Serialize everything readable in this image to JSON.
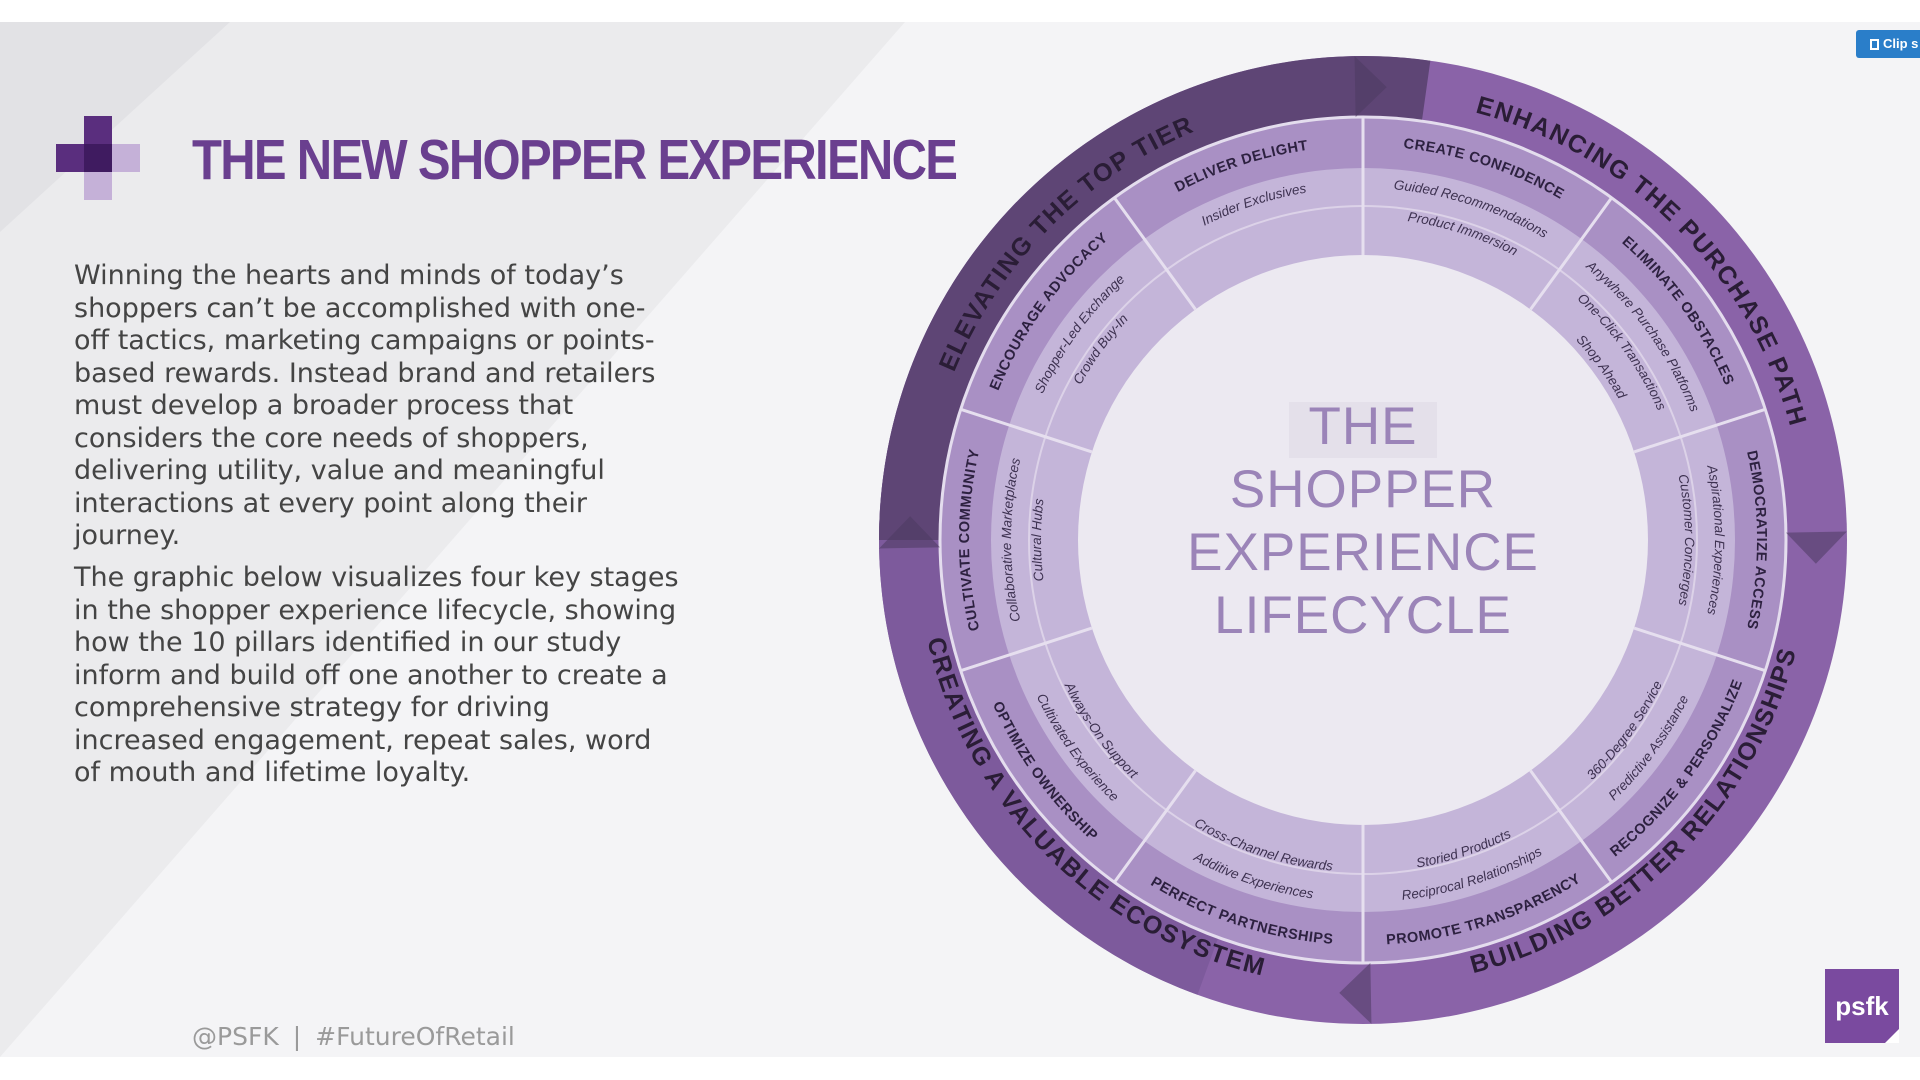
{
  "slide": {
    "title": "THE NEW SHOPPER EXPERIENCE",
    "paragraph1": [
      "Winning the hearts and minds of today’s",
      "shoppers can’t be accomplished with one-",
      "off tactics, marketing campaigns or points-",
      "based rewards. Instead brand and retailers",
      "must develop a broader process that",
      "considers the core needs of shoppers,",
      "delivering utility, value and meaningful",
      "interactions at every point along their",
      "journey."
    ],
    "paragraph2": [
      "The graphic below visualizes four key stages",
      "in the shopper experience lifecycle, showing",
      "how the 10 pillars identified in our study",
      "inform and build off one another to create a",
      "comprehensive strategy for driving",
      "increased engagement, repeat sales, word",
      "of mouth and lifetime loyalty."
    ],
    "footer_handle": "@PSFK",
    "footer_separator": "|",
    "footer_hashtag": "#FutureOfRetail",
    "logo_text": "psfk",
    "clip_button_label": "Clip s"
  },
  "diagram": {
    "center_lines": [
      "THE",
      "SHOPPER",
      "EXPERIENCE",
      "LIFECYCLE"
    ],
    "stages": [
      "ENHANCING THE PURCHASE PATH",
      "BUILDING BETTER RELATIONSHIPS",
      "CREATING A VALUABLE ECOSYSTEM",
      "ELEVATING THE TOP TIER"
    ],
    "pillars": [
      {
        "name": "CREATE CONFIDENCE",
        "items": [
          "Guided Recommendations",
          "Product Immersion"
        ]
      },
      {
        "name": "ELIMINATE OBSTACLES",
        "items": [
          "Anywhere Purchase Platforms",
          "One-Click Transactions",
          "Shop Ahead"
        ]
      },
      {
        "name": "DEMOCRATIZE ACCESS",
        "items": [
          "Aspirational Experiences",
          "Customer Concierges"
        ]
      },
      {
        "name": "RECOGNIZE & PERSONALIZE",
        "items": [
          "Predictive Assistance",
          "360-Degree Service"
        ]
      },
      {
        "name": "PROMOTE TRANSPARENCY",
        "items": [
          "Reciprocal Relationships",
          "Storied Products"
        ]
      },
      {
        "name": "PERFECT PARTNERSHIPS",
        "items": [
          "Additive Experiences",
          "Cross-Channel Rewards"
        ]
      },
      {
        "name": "OPTIMIZE OWNERSHIP",
        "items": [
          "Cultivated Experience",
          "Always-On Support"
        ]
      },
      {
        "name": "CULTIVATE COMMUNITY",
        "items": [
          "Collaborative Marketplaces",
          "Cultural Hubs"
        ]
      },
      {
        "name": "ENCOURAGE ADVOCACY",
        "items": [
          "Shopper-Led Exchange",
          "Crowd Buy-In"
        ]
      },
      {
        "name": "DELIVER DELIGHT",
        "items": [
          "Insider Exclusives"
        ]
      }
    ],
    "colors": {
      "stage_band": "#8a63a8",
      "stage_band_dark": "#5e4575",
      "pillar_ring": "#a990c4",
      "item_ring": "#c4b5d9",
      "center": "#ece9f1",
      "center_text": "#9b84b8",
      "title": "#6a3f8f"
    }
  }
}
